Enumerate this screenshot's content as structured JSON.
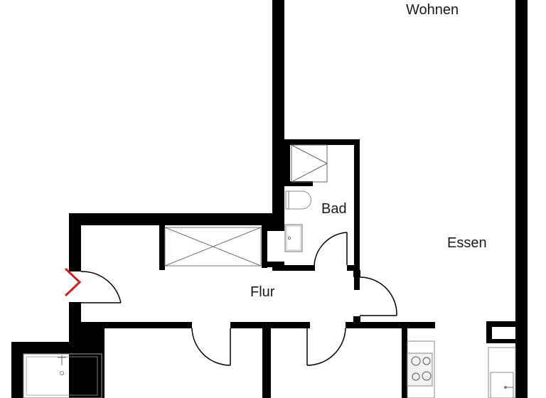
{
  "floor_plan": {
    "rooms": [
      {
        "id": "wohnen",
        "label": "Wohnen"
      },
      {
        "id": "essen",
        "label": "Essen"
      },
      {
        "id": "bad",
        "label": "Bad"
      },
      {
        "id": "flur",
        "label": "Flur"
      }
    ],
    "entrance_marker": {
      "icon": "entrance-chevron-icon",
      "color": "#cc2222"
    },
    "colors": {
      "wall": "#000000",
      "fixture": "#888888",
      "background": "#ffffff"
    }
  }
}
